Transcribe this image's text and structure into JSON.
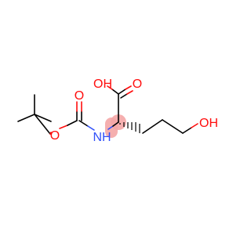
{
  "molecule": {
    "atoms": {
      "carbonyl_o": "O",
      "ester_o": "O",
      "nh": "NH",
      "acid_oh": "OH",
      "acid_o": "O",
      "terminal_oh": "OH"
    },
    "colors": {
      "bond": "#000000",
      "oxygen": "#ff0d0d",
      "nitrogen": "#3050f8",
      "highlight": "#f4a6a6"
    }
  }
}
